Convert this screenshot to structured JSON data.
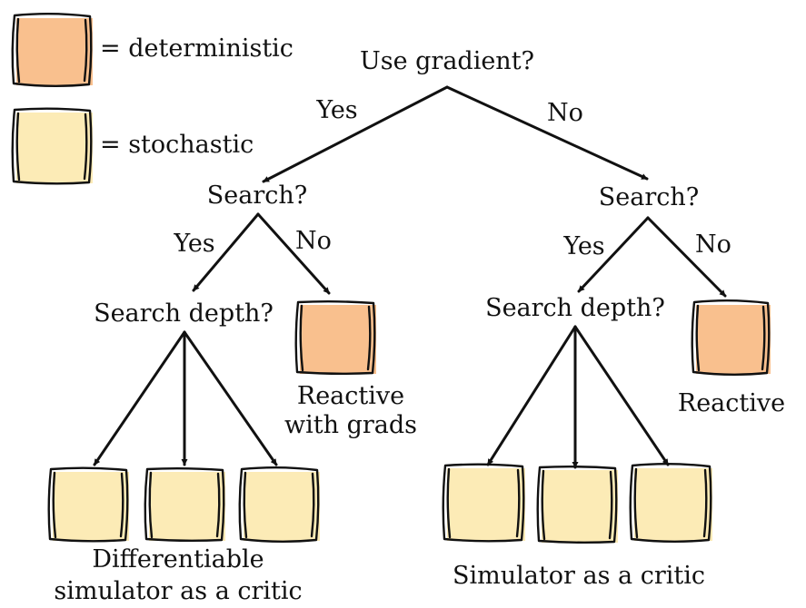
{
  "colors": {
    "deterministic": "#F9C08E",
    "stochastic": "#FCEBB6",
    "stroke": "#111111"
  },
  "legend": {
    "deterministic_label": "= deterministic",
    "stochastic_label": "= stochastic"
  },
  "tree": {
    "root_question": "Use gradient?",
    "root_yes": "Yes",
    "root_no": "No",
    "left": {
      "question": "Search?",
      "yes": "Yes",
      "no": "No",
      "depth_question": "Search depth?",
      "leaf_caption_line1": "Reactive",
      "leaf_caption_line2": "with grads",
      "group_caption_line1": "Differentiable",
      "group_caption_line2": "simulator as a critic"
    },
    "right": {
      "question": "Search?",
      "yes": "Yes",
      "no": "No",
      "depth_question": "Search depth?",
      "leaf_caption": "Reactive",
      "group_caption": "Simulator as a critic"
    }
  }
}
